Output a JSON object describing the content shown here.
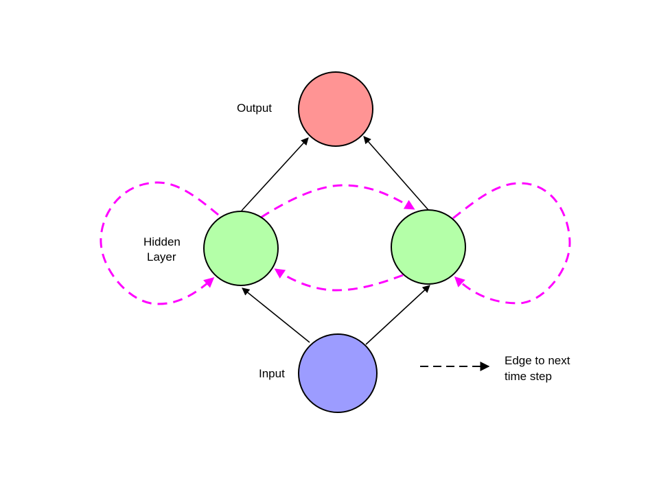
{
  "nodes": {
    "output": {
      "label": "Output"
    },
    "hidden": {
      "label_line1": "Hidden",
      "label_line2": "Layer"
    },
    "input": {
      "label": "Input"
    }
  },
  "legend": {
    "label_line1": "Edge to next",
    "label_line2": "time step"
  },
  "colors": {
    "output_fill": "#ff9494",
    "hidden_fill": "#b4ffa8",
    "input_fill": "#9c9cff",
    "recurrent_edge": "#ff00ff",
    "solid_edge": "#000000"
  }
}
